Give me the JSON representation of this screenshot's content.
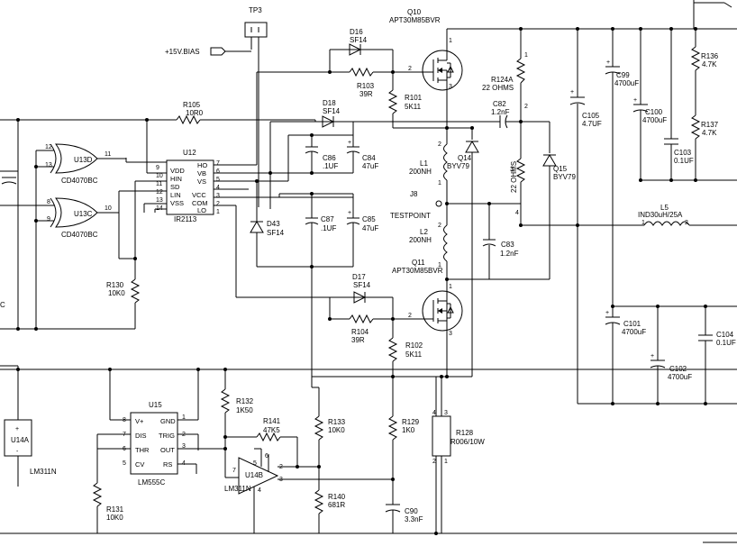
{
  "colors": {
    "wire": "#000000",
    "background": "#ffffff"
  },
  "labels": {
    "tp3": "TP3",
    "bias": "+15V.BIAS",
    "d16": "D16",
    "d16v": "SF14",
    "q10": "Q10",
    "q10v": "APT30M85BVR",
    "r103": "R103",
    "r103v": "39R",
    "r101": "R101",
    "r101v": "5K11",
    "r124a": "R124A",
    "r124av": "22 OHMS",
    "r105": "R105",
    "r105v": "10R0",
    "d18": "D18",
    "d18v": "SF14",
    "c82": "C82",
    "c82v": "1.2nF",
    "c105": "C105",
    "c105v": "4.7UF",
    "c99": "C99",
    "c99v": "4700uF",
    "c100": "C100",
    "c100v": "4700uF",
    "c103": "C103",
    "c103v": "0.1UF",
    "r136": "R136",
    "r136v": "4.7K",
    "r137": "R137",
    "r137v": "4.7K",
    "u12": "U12",
    "u12chip": "IR2113",
    "u13d": "U13D",
    "u13c": "U13C",
    "cd1": "CD4070BC",
    "cd2": "CD4070BC",
    "c86": "C86",
    "c86v": ".1UF",
    "c84": "C84",
    "c84v": "47uF",
    "l1": "L1",
    "l1v": "200NH",
    "q14": "Q14",
    "q14v": "BYV79",
    "q15": "Q15",
    "q15v": "BYV79",
    "r22": "22 OHMS",
    "j8": "J8",
    "testpoint": "TESTPOINT",
    "l5": "L5",
    "l5v": "IND30uH/25A",
    "d43": "D43",
    "d43v": "SF14",
    "c87": "C87",
    "c87v": ".1UF",
    "c85": "C85",
    "c85v": "47uF",
    "l2": "L2",
    "l2v": "200NH",
    "c83": "C83",
    "c83v": "1.2nF",
    "q11": "Q11",
    "q11v": "APT30M85BVR",
    "r130": "R130",
    "r130v": "10K0",
    "d17": "D17",
    "d17v": "SF14",
    "r104": "R104",
    "r104v": "39R",
    "r102": "R102",
    "r102v": "5K11",
    "c101": "C101",
    "c101v": "4700uF",
    "c102": "C102",
    "c102v": "4700uF",
    "c104": "C104",
    "c104v": "0.1UF",
    "c_partial": "C",
    "u15": "U15",
    "u15chip": "LM555C",
    "r132": "R132",
    "r132v": "1K50",
    "r141": "R141",
    "r141v": "47K5",
    "r133": "R133",
    "r133v": "10K0",
    "r129": "R129",
    "r129v": "1K0",
    "r128": "R128",
    "r128v": "R006/10W",
    "u14a": "U14A",
    "lm311a": "LM311N",
    "u14b": "U14B",
    "lm311b": "LM311N",
    "r131": "R131",
    "r131v": "10K0",
    "r140": "R140",
    "r140v": "681R",
    "c90": "C90",
    "c90v": "3.3nF",
    "plus": "+",
    "minus": "-"
  },
  "u12_pins": {
    "left_names": [
      "VDD",
      "HIN",
      "SD",
      "LIN",
      "VSS"
    ],
    "left_nums": [
      "9",
      "10",
      "11",
      "12",
      "13",
      "14"
    ],
    "right_names": [
      "HO",
      "VB",
      "VS",
      "VCC",
      "COM",
      "LO"
    ],
    "right_nums": [
      "7",
      "6",
      "5",
      "4",
      "3",
      "2",
      "1"
    ]
  },
  "u15_pins": {
    "left_names": [
      "V+",
      "DIS",
      "THR",
      "CV"
    ],
    "left_nums": [
      "8",
      "7",
      "6",
      "5"
    ],
    "right_names": [
      "GND",
      "TRIG",
      "OUT",
      "RS"
    ],
    "right_nums": [
      "1",
      "2",
      "3",
      "4"
    ]
  },
  "gate_pins": {
    "u13d_in": [
      "12",
      "13"
    ],
    "u13d_out": "11",
    "u13c_in": [
      "8",
      "9"
    ],
    "u13c_out": "10"
  },
  "misc_pins": {
    "q_pins": [
      "1",
      "2",
      "3"
    ],
    "r124_pins": [
      "1",
      "2"
    ],
    "l_pins": [
      "1",
      "2"
    ],
    "r128_pins": [
      "4",
      "3",
      "2",
      "1"
    ],
    "u14b_pins": [
      "5",
      "6",
      "7",
      "2",
      "3",
      "4"
    ]
  }
}
